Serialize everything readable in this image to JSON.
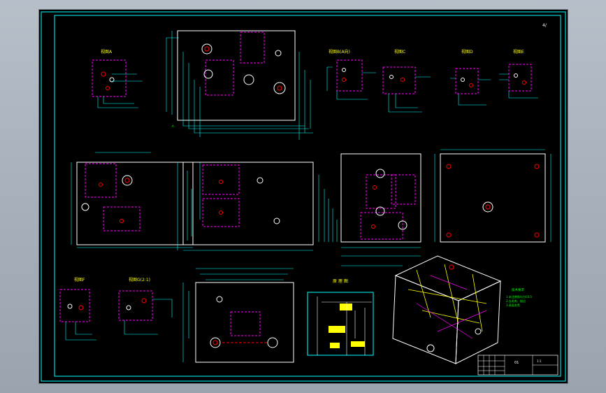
{
  "drawing": {
    "colors": {
      "background": "#000000",
      "frame": "#00ffff",
      "part_outline": "#ffffff",
      "dimension": "#00ffff",
      "valve_mount": "#ff00ff",
      "port": "#ff0000",
      "leader": "#00ffff",
      "note": "#00ff00",
      "centerline": "#ff0000"
    },
    "view_labels": {
      "left_top_1": "视图A",
      "row1_b": "视图B(A向)",
      "row1_c": "视图C",
      "row1_d": "视图D",
      "row1_e": "视图E",
      "bottom_1": "视图F",
      "bottom_2": "视图G(2:1)",
      "schematic": "原 理 图"
    },
    "corner_mark": "4/",
    "notes": [
      "技术要求",
      "1.未注倒角均为C0.5",
      "2.去毛刺、锐边",
      "3.表面发黑"
    ],
    "title_block": {
      "part_no": "01",
      "scale": "1:1"
    }
  }
}
